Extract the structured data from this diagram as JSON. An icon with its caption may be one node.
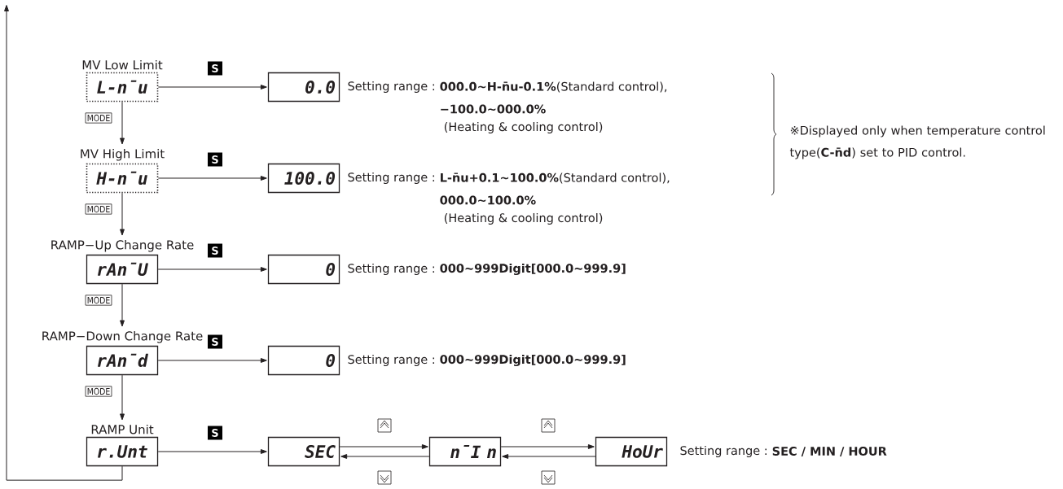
{
  "diagram": {
    "nodes": [
      {
        "text": [
          "MV Low Limit",
          "L-n̄u"
        ]
      },
      {
        "text": [
          "0.0"
        ]
      },
      {
        "text": [
          "MV High Limit",
          "H-n̄u"
        ]
      },
      {
        "text": [
          "100.0"
        ]
      },
      {
        "text": [
          "RAMP−Up Change Rate",
          "rAn̄U"
        ]
      },
      {
        "text": [
          "0"
        ]
      },
      {
        "text": [
          "RAMP−Down Change Rate",
          "rAn̄d"
        ]
      },
      {
        "text": [
          "0"
        ]
      },
      {
        "text": [
          "RAMP Unit",
          "r.Unt"
        ]
      },
      {
        "text": [
          "SEC"
        ]
      },
      {
        "text": [
          "n̄I n"
        ]
      },
      {
        "text": [
          "HoUr"
        ]
      }
    ],
    "edges": [
      {
        "from": 0,
        "to": 1,
        "arrow": "to",
        "label": "S"
      },
      {
        "from": 0,
        "to": 2,
        "arrow": "to",
        "label": "MODE"
      },
      {
        "from": 2,
        "to": 3,
        "arrow": "to",
        "label": "S"
      },
      {
        "from": 2,
        "to": 4,
        "arrow": "to",
        "label": "MODE"
      },
      {
        "from": 4,
        "to": 5,
        "arrow": "to",
        "label": "S"
      },
      {
        "from": 4,
        "to": 6,
        "arrow": "to",
        "label": "MODE"
      },
      {
        "from": 6,
        "to": 7,
        "arrow": "to",
        "label": "S"
      },
      {
        "from": 6,
        "to": 8,
        "arrow": "to",
        "label": "MODE"
      },
      {
        "from": 8,
        "to": 9,
        "arrow": "to",
        "label": "S"
      },
      {
        "from": 9,
        "to": 10,
        "arrow": "to"
      },
      {
        "from": 10,
        "to": 9,
        "arrow": "to"
      },
      {
        "from": 10,
        "to": 11,
        "arrow": "to"
      },
      {
        "from": 11,
        "to": 10,
        "arrow": "to"
      },
      {
        "from": 8,
        "to": null,
        "arrow": "to"
      }
    ],
    "labels": [
      "Setting range :",
      "**000.0~H-n̄u-0.1%**(Standard control),",
      "−100.0~000.0%",
      "(Heating & cooling control)",
      "※Displayed only when temperature control type(**C-n̄d**) set to PID control.",
      "Setting range :",
      "**L-n̄u+0.1~100.0%**(Standard control),",
      "000.0~100.0%",
      "(Heating & cooling control)",
      "Setting range :",
      "000~999Digit[000.0~999.9]",
      "Setting range :",
      "000~999Digit[000.0~999.9]",
      "Setting range :",
      "SEC / MIN / HOUR"
    ]
  }
}
